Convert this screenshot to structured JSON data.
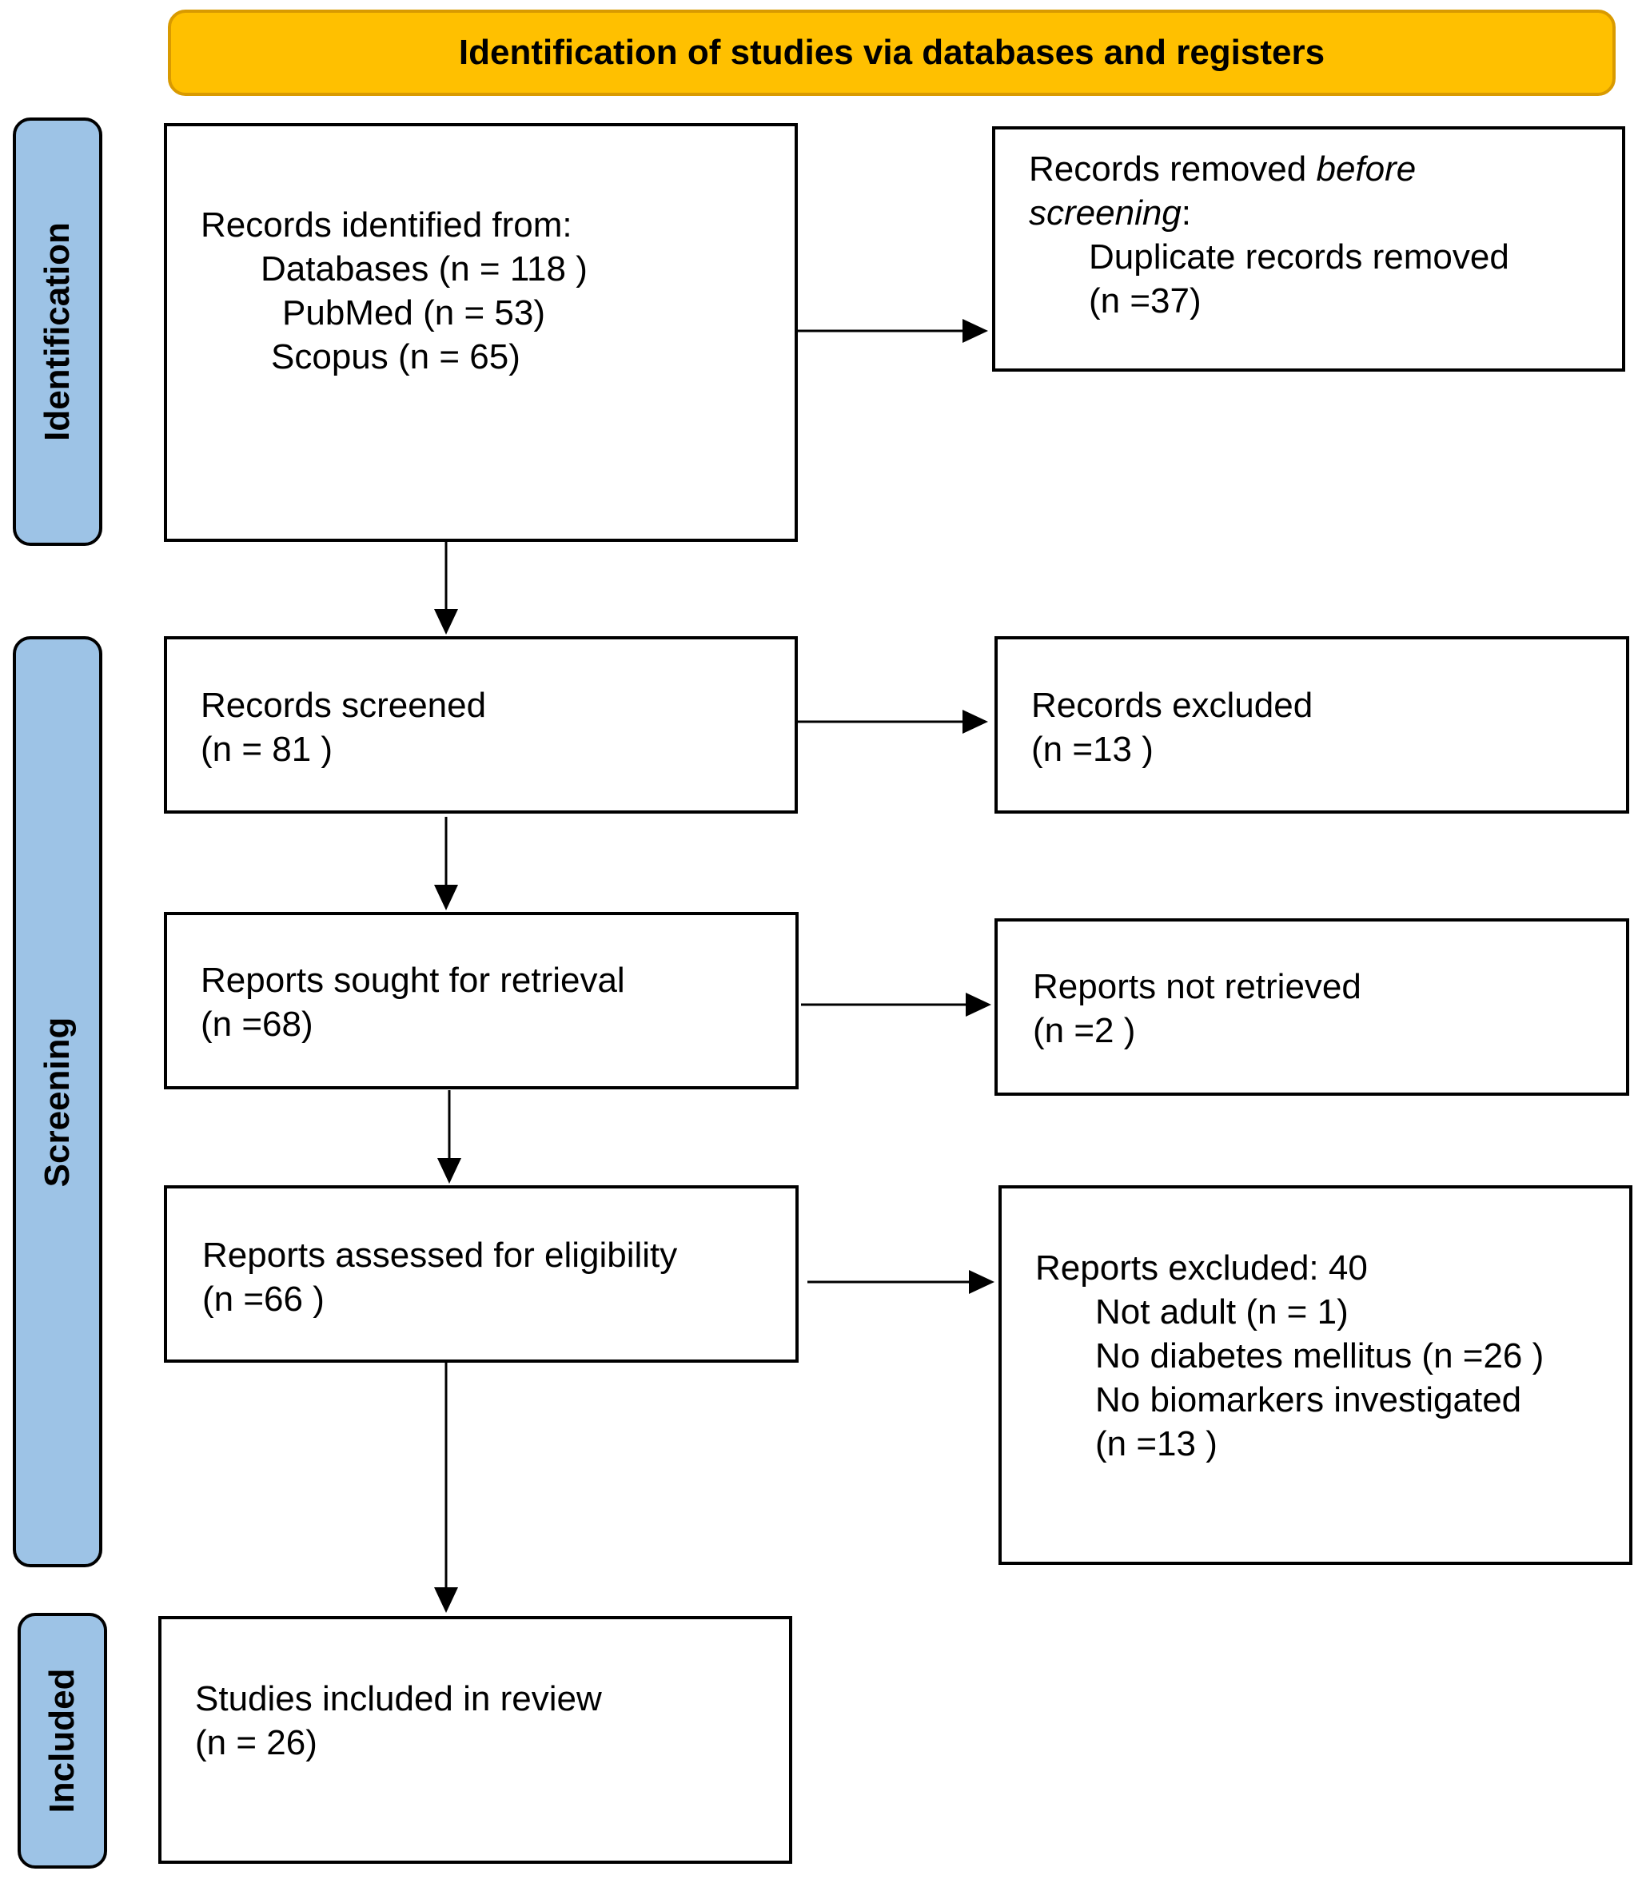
{
  "header": {
    "title": "Identification of studies via databases and registers"
  },
  "phases": {
    "identification": "Identification",
    "screening": "Screening",
    "included": "Included"
  },
  "boxes": {
    "records_identified": {
      "heading": "Records identified from:",
      "databases": "Databases (n = 118 )",
      "pubmed": "PubMed (n = 53)",
      "scopus": "Scopus (n = 65)"
    },
    "records_removed": {
      "heading_prefix": "Records removed ",
      "heading_italic_1": "before",
      "heading_italic_2": "screening",
      "heading_suffix": ":",
      "duplicate_label": "Duplicate records removed",
      "duplicate_count": "(n =37)"
    },
    "records_screened": {
      "label": "Records screened",
      "count": "(n = 81 )"
    },
    "records_excluded": {
      "label": "Records excluded",
      "count": "(n =13 )"
    },
    "reports_sought": {
      "label": "Reports sought for retrieval",
      "count": "(n =68)"
    },
    "reports_not_retrieved": {
      "label": "Reports not retrieved",
      "count": "(n =2 )"
    },
    "reports_assessed": {
      "label": "Reports assessed for eligibility",
      "count": "(n =66 )"
    },
    "reports_excluded": {
      "heading": "Reports excluded: 40",
      "reason_1": "Not adult (n = 1)",
      "reason_2": "No diabetes mellitus (n =26 )",
      "reason_3": "No biomarkers investigated",
      "reason_3_count": "(n =13 )"
    },
    "studies_included": {
      "label": "Studies included in review",
      "count": "(n = 26)"
    }
  },
  "colors": {
    "banner": "#ffc000",
    "banner_border": "#d99a00",
    "phase": "#9dc3e6",
    "line": "#000000"
  }
}
